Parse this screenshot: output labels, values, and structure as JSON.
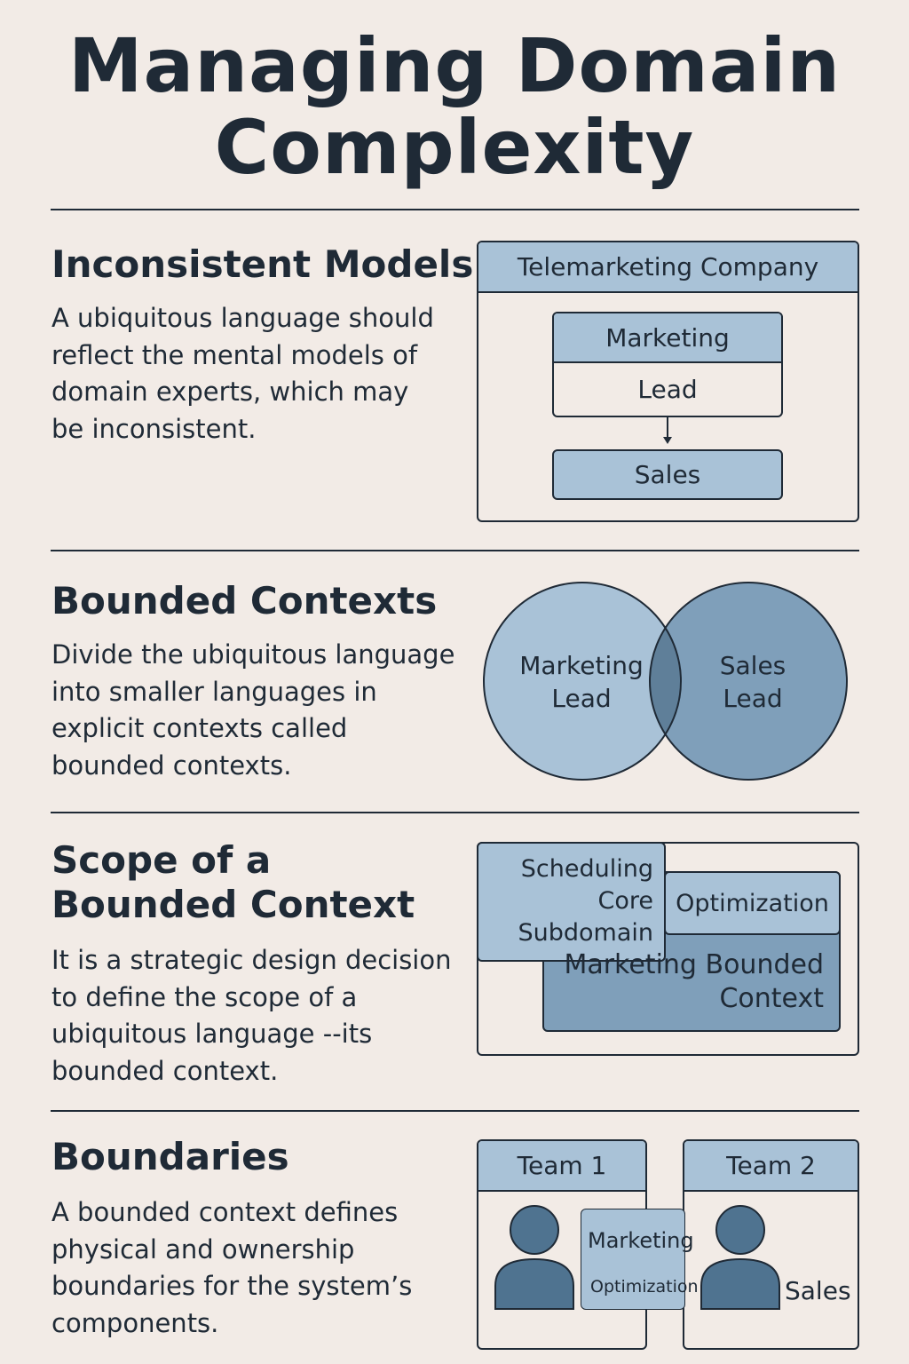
{
  "title": "Managing Domain Complexity",
  "colors": {
    "background": "#f2ebe6",
    "light_blue": "#a9c2d7",
    "mid_blue": "#7f9fba",
    "dark_blue": "#4f7390",
    "ink": "#1f2a36"
  },
  "sections": [
    {
      "heading": "Inconsistent Models",
      "text": "A ubiquitous language should reflect the mental models of domain experts, which may be inconsistent.",
      "diagram": {
        "outer_label": "Telemarketing Company",
        "marketing_label": "Marketing",
        "lead_label": "Lead",
        "sales_label": "Sales"
      }
    },
    {
      "heading": "Bounded Contexts",
      "text": "Divide the ubiquitous language into smaller languages in explicit contexts called bounded contexts.",
      "diagram": {
        "left_circle": "Marketing Lead",
        "right_circle": "Sales Lead"
      }
    },
    {
      "heading": "Scope of a Bounded Context",
      "text": "It is a strategic design decision to define the scope of a ubiquitous language --its bounded context.",
      "diagram": {
        "subdomain_label": "Scheduling Core Subdomain",
        "optimization_label": "Optimization",
        "context_label": "Marketing Bounded Context"
      }
    },
    {
      "heading": "Boundaries",
      "text": "A bounded context defines physical and ownership boundaries for the system’s components.",
      "diagram": {
        "team1": "Team 1",
        "team2": "Team 2",
        "shared_top": "Marketing",
        "shared_bottom": "Optimization",
        "sales_label": "Sales"
      }
    }
  ]
}
